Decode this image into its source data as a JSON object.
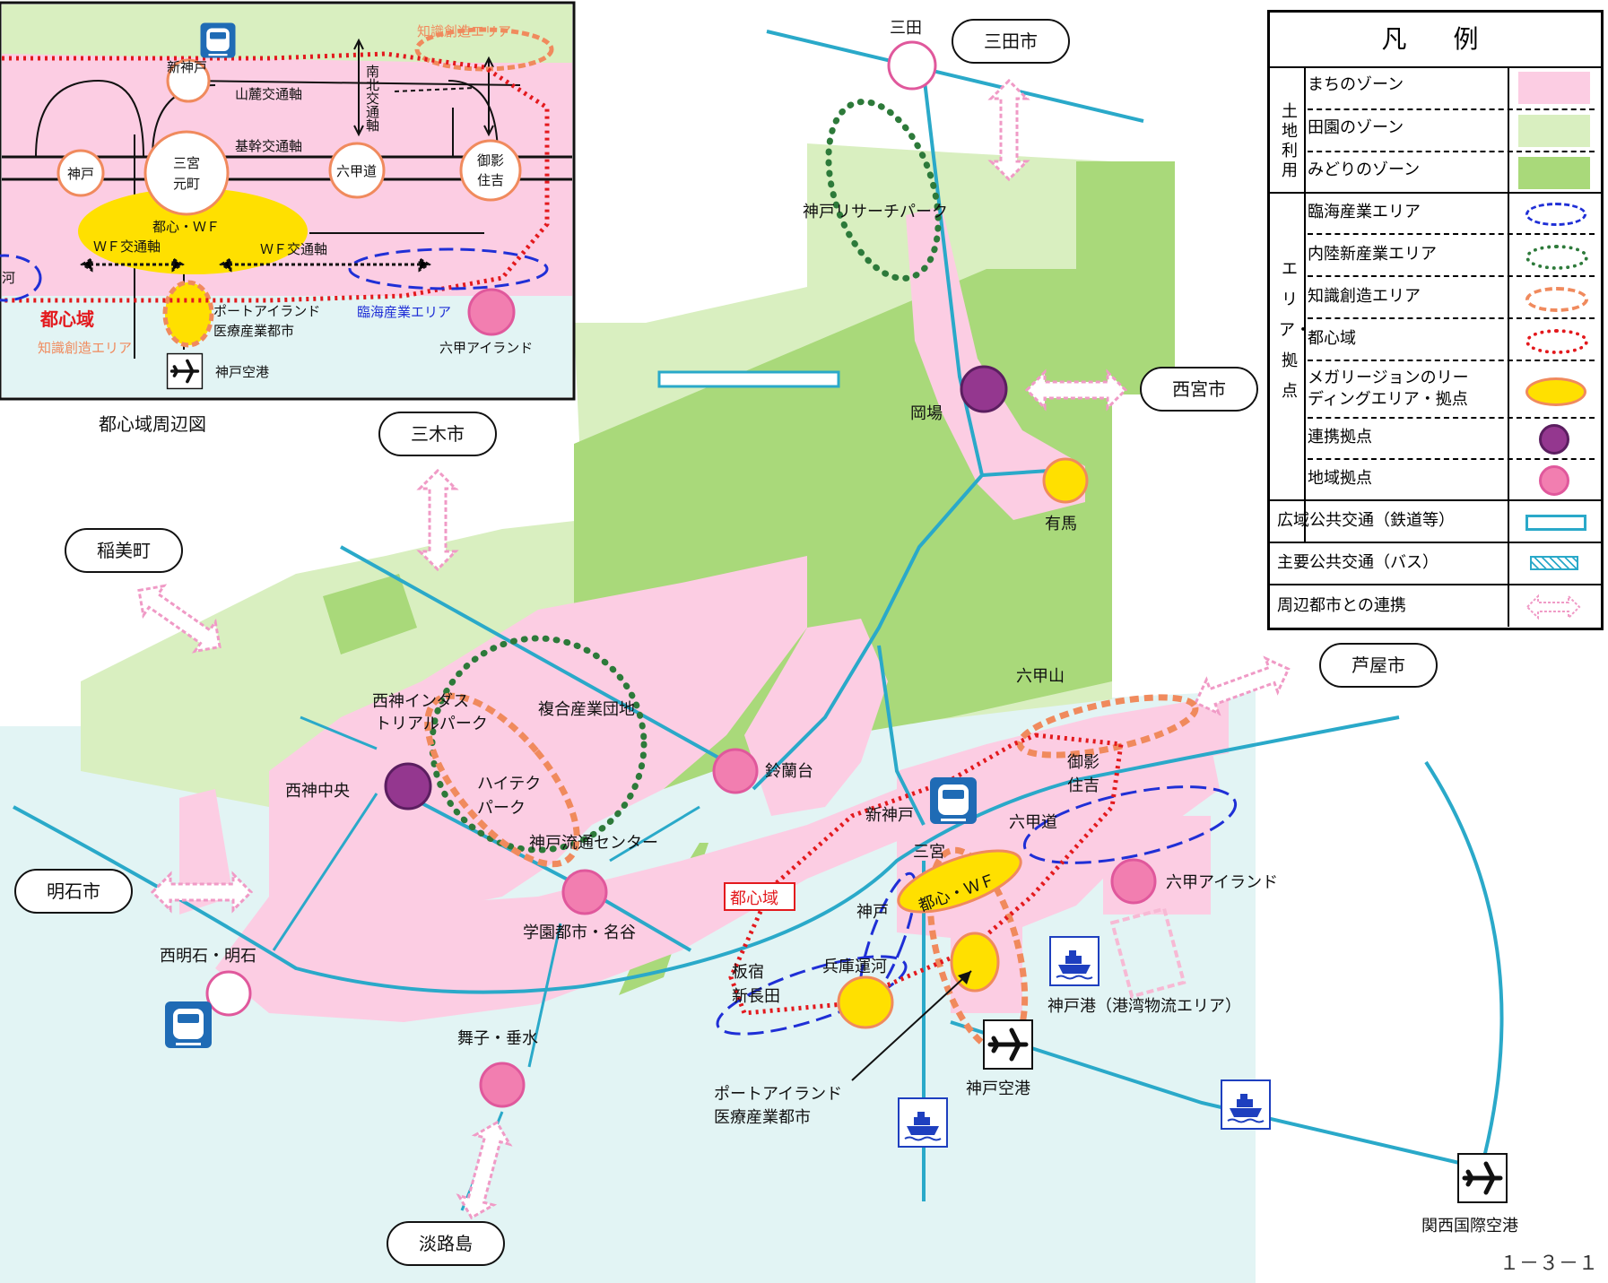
{
  "legend": {
    "title": "凡　例",
    "group_land": "土地利用",
    "group_area": "エリア・拠点",
    "items": {
      "town_zone": "まちのゾーン",
      "rural_zone": "田園のゾーン",
      "green_zone": "みどりのゾーン",
      "coastal_industry": "臨海産業エリア",
      "inland_industry": "内陸新産業エリア",
      "knowledge_area": "知識創造エリア",
      "urban_core": "都心域",
      "megaregion": "メガリージョンのリーディングエリア・拠点",
      "megaregion_l1": "メガリージョンのリー",
      "megaregion_l2": "ディングエリア・拠点",
      "cooperation_hub": "連携拠点",
      "regional_hub": "地域拠点",
      "rail": "広域公共交通（鉄道等）",
      "bus": "主要公共交通（バス）",
      "neighbor_link": "周辺都市との連携"
    }
  },
  "colors": {
    "town_zone": "#fccde3",
    "rural_zone": "#d9efc0",
    "green_zone": "#a9d97a",
    "sea": "#e2f4f4",
    "rail": "#2aa9c9",
    "coastal_industry": "#1f2fd6",
    "inland_industry": "#2d7a3a",
    "knowledge_area": "#f08a5d",
    "urban_core": "#e3191d",
    "megaregion": "#ffe000",
    "cooperation_hub": "#94378f",
    "regional_hub": "#f27eb0",
    "neighbor_link": "#f09ac6"
  },
  "inset": {
    "caption": "都心域周辺図",
    "stations": {
      "shinkobe": "新神戸",
      "kobe": "神戸",
      "sannomiya_l1": "三宮",
      "sannomiya_l2": "元町",
      "rokkomichi": "六甲道",
      "mikage_l1": "御影",
      "mikage_l2": "住吉"
    },
    "axes": {
      "sanroku": "山麓交通軸",
      "kikan": "基幹交通軸",
      "nanboku": "南北交通軸",
      "wf1": "ＷＦ交通軸",
      "wf2": "ＷＦ交通軸"
    },
    "core": "都心・ＷＦ",
    "knowledge_top": "知識創造エリア",
    "knowledge_bottom": "知識創造エリア",
    "urban_core": "都心域",
    "coastal": "臨海産業エリア",
    "port_island_l1": "ポートアイランド",
    "port_island_l2": "医療産業都市",
    "rokko_island": "六甲アイランド",
    "airport": "神戸空港",
    "hyogo_partial": "河"
  },
  "cities": {
    "sanda_city": "三田市",
    "miki_city": "三木市",
    "inami_town": "稲美町",
    "nishinomiya_city": "西宮市",
    "ashiya_city": "芦屋市",
    "akashi_city": "明石市",
    "awaji_island": "淡路島"
  },
  "places": {
    "sanda": "三田",
    "research_park": "神戸リサーチパーク",
    "okaba": "岡場",
    "arima": "有馬",
    "rokkosan": "六甲山",
    "seishin_industrial_l1": "西神インダス",
    "seishin_industrial_l2": "トリアルパーク",
    "fukugo": "複合産業団地",
    "hitech_l1": "ハイテク",
    "hitech_l2": "パーク",
    "seishin_chuo": "西神中央",
    "suzurandai": "鈴蘭台",
    "ryutsu_center": "神戸流通センター",
    "gakuen_toshi": "学園都市・名谷",
    "nishi_akashi": "西明石・明石",
    "maiko_tarumi": "舞子・垂水",
    "itayado_l1": "板宿",
    "itayado_l2": "新長田",
    "hyogo_unga": "兵庫運河",
    "kobe": "神戸",
    "shin_kobe": "新神戸",
    "sannomiya": "三宮",
    "mikage_l1": "御影",
    "mikage_l2": "住吉",
    "rokkomichi": "六甲道",
    "rokko_island": "六甲アイランド",
    "toshin_wf": "都心・ＷＦ",
    "urban_core_tag": "都心域",
    "kobe_port": "神戸港（港湾物流エリア）",
    "kobe_airport": "神戸空港",
    "port_island_l1": "ポートアイランド",
    "port_island_l2": "医療産業都市",
    "kansai_airport": "関西国際空港"
  },
  "page_number": "１－３－１"
}
